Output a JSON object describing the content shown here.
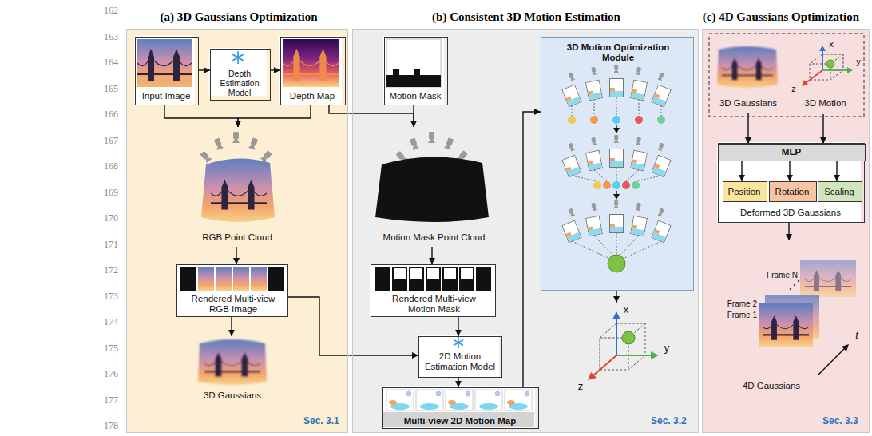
{
  "diagram": {
    "nodes": [
      {
        "text": [
          "(a) 3D Gaussians Optimization"
        ]
      },
      {
        "text": [
          "Input Image"
        ],
        "in": 0
      },
      {
        "text": [
          "Depth Estimation Model"
        ],
        "in": 0
      },
      {
        "text": [
          "Depth Map"
        ],
        "in": 0
      },
      {
        "text": [
          "RGB Point Cloud"
        ],
        "in": 0
      },
      {
        "text": [
          "Rendered Multi-view RGB Image"
        ],
        "in": 0
      },
      {
        "text": [
          "3D Gaussians"
        ],
        "in": 0
      },
      {
        "text": [
          "(b) Consistent 3D Motion Estimation"
        ]
      },
      {
        "text": [
          "Motion Mask"
        ],
        "in": 7
      },
      {
        "text": [
          "Motion Mask Point Cloud"
        ],
        "in": 7
      },
      {
        "text": [
          "Rendered Multi-view Motion Mask"
        ],
        "in": 7
      },
      {
        "text": [
          "2D Motion Estimation Model"
        ],
        "in": 7
      },
      {
        "text": [
          "Multi-view 2D Motion Map"
        ],
        "in": 7
      },
      {
        "text": [
          "3D Motion Optimization Module"
        ],
        "in": 7
      },
      {
        "text": [
          "x",
          "y",
          "z"
        ],
        "in": 7
      },
      {
        "text": [
          "(c) 4D Gaussians Optimization"
        ]
      },
      {
        "text": [
          "3D Gaussians"
        ],
        "in": 15
      },
      {
        "text": [
          "3D Motion",
          "x",
          "y",
          "z"
        ],
        "in": 15
      },
      {
        "text": [
          "Deformed 3D Gaussians"
        ],
        "in": 15
      },
      {
        "text": [
          "MLP"
        ],
        "in": 18
      },
      {
        "text": [
          "Position"
        ],
        "in": 18
      },
      {
        "text": [
          "Rotation"
        ],
        "in": 18
      },
      {
        "text": [
          "Scaling"
        ],
        "in": 18
      },
      {
        "text": [
          "Frame N",
          "Frame 2",
          "Frame 1",
          "4D Gaussians",
          "t"
        ],
        "in": 15
      }
    ],
    "edges": [
      {
        "from": 1,
        "to": 2,
        "arrow": "to"
      },
      {
        "from": 2,
        "to": 3,
        "arrow": "to"
      },
      {
        "from": 1,
        "to": 4,
        "arrow": "to"
      },
      {
        "from": 3,
        "to": 4,
        "arrow": "to"
      },
      {
        "from": 3,
        "to": 9,
        "arrow": "to"
      },
      {
        "from": 8,
        "to": 9,
        "arrow": "to"
      },
      {
        "from": 4,
        "to": 5,
        "arrow": "to"
      },
      {
        "from": 5,
        "to": 6,
        "arrow": "to"
      },
      {
        "from": 5,
        "to": 11,
        "arrow": "to"
      },
      {
        "from": 9,
        "to": 10,
        "arrow": "to"
      },
      {
        "from": 10,
        "to": 11,
        "arrow": "to"
      },
      {
        "from": 11,
        "to": 12,
        "arrow": "to"
      },
      {
        "from": 12,
        "to": 13,
        "arrow": "to"
      },
      {
        "from": 13,
        "to": 14,
        "arrow": "to"
      },
      {
        "from": 16,
        "to": 19,
        "arrow": "to"
      },
      {
        "from": 17,
        "to": 19,
        "arrow": "to"
      },
      {
        "from": 19,
        "to": 20,
        "arrow": "to"
      },
      {
        "from": 19,
        "to": 21,
        "arrow": "to"
      },
      {
        "from": 19,
        "to": 22,
        "arrow": "to"
      },
      {
        "from": 18,
        "to": 23,
        "arrow": "to"
      }
    ],
    "labels": [
      "162",
      "163",
      "164",
      "165",
      "166",
      "167",
      "168",
      "169",
      "170",
      "171",
      "172",
      "173",
      "174",
      "175",
      "176",
      "177",
      "178",
      "Sec. 3.1",
      "Sec. 3.2",
      "Sec. 3.3"
    ]
  }
}
